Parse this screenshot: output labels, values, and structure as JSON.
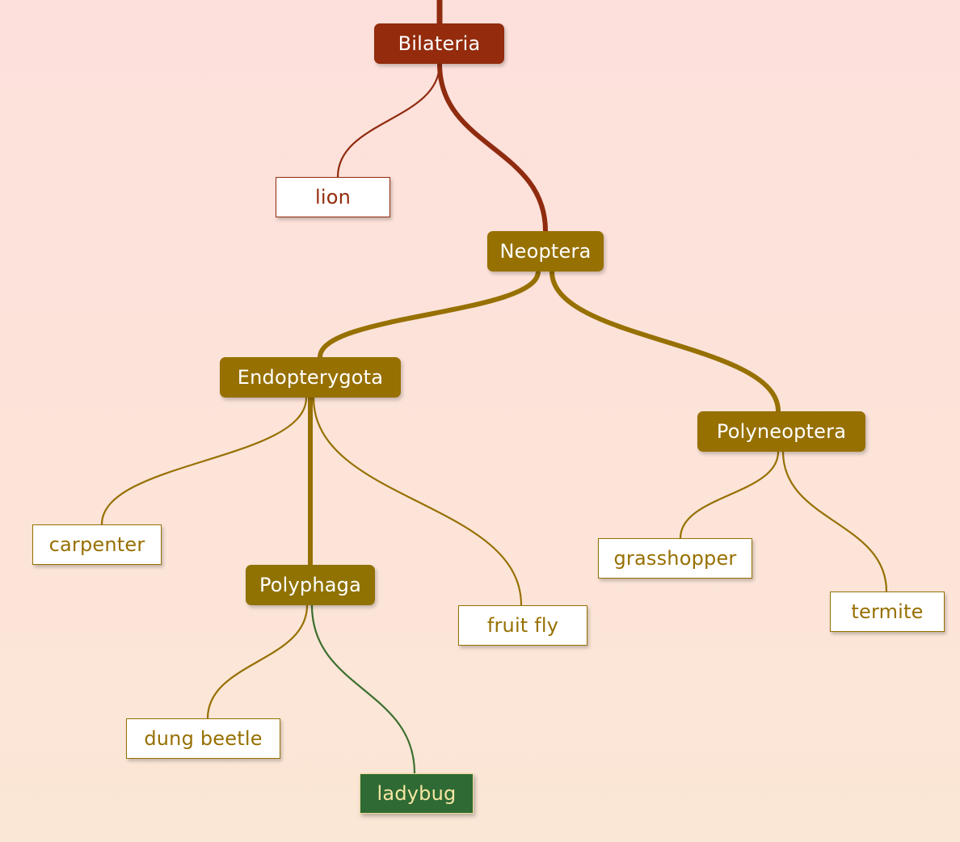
{
  "colors": {
    "background_top": "#fde0dc",
    "background_bottom": "#fbe7d6",
    "root_clade": "#932b0c",
    "clade": "#977002",
    "polyphaga": "#8f7202",
    "root_edge": "#8f2b0f",
    "edge": "#977002",
    "highlight_fill": "#2f6a34",
    "highlight_text": "#f6e6a3",
    "highlight_edge": "#3c6e2f"
  },
  "tree": {
    "root_stem": true,
    "nodes": [
      {
        "id": "bilateria",
        "label": "Bilateria",
        "kind": "clade",
        "color_key": "root_clade"
      },
      {
        "id": "lion",
        "label": "lion",
        "kind": "leaf",
        "color_key": "root_clade"
      },
      {
        "id": "neoptera",
        "label": "Neoptera",
        "kind": "clade",
        "color_key": "clade"
      },
      {
        "id": "endopterygota",
        "label": "Endopterygota",
        "kind": "clade",
        "color_key": "clade"
      },
      {
        "id": "polyneoptera",
        "label": "Polyneoptera",
        "kind": "clade",
        "color_key": "clade"
      },
      {
        "id": "carpenter",
        "label": "carpenter",
        "kind": "leaf",
        "color_key": "clade"
      },
      {
        "id": "polyphaga",
        "label": "Polyphaga",
        "kind": "clade",
        "color_key": "polyphaga"
      },
      {
        "id": "fruit-fly",
        "label": "fruit fly",
        "kind": "leaf",
        "color_key": "clade"
      },
      {
        "id": "grasshopper",
        "label": "grasshopper",
        "kind": "leaf",
        "color_key": "clade"
      },
      {
        "id": "termite",
        "label": "termite",
        "kind": "leaf",
        "color_key": "clade"
      },
      {
        "id": "dung-beetle",
        "label": "dung beetle",
        "kind": "leaf",
        "color_key": "clade"
      },
      {
        "id": "ladybug",
        "label": "ladybug",
        "kind": "leaf",
        "color_key": "highlight_fill",
        "highlighted": true
      }
    ],
    "edges": [
      {
        "from": "bilateria",
        "to": "lion",
        "color_key": "root_edge",
        "weight": "thin"
      },
      {
        "from": "bilateria",
        "to": "neoptera",
        "color_key": "root_edge",
        "weight": "thick"
      },
      {
        "from": "neoptera",
        "to": "endopterygota",
        "color_key": "edge",
        "weight": "thick"
      },
      {
        "from": "neoptera",
        "to": "polyneoptera",
        "color_key": "edge",
        "weight": "thick"
      },
      {
        "from": "endopterygota",
        "to": "carpenter",
        "color_key": "edge",
        "weight": "thin"
      },
      {
        "from": "endopterygota",
        "to": "polyphaga",
        "color_key": "edge",
        "weight": "thick"
      },
      {
        "from": "endopterygota",
        "to": "fruit-fly",
        "color_key": "edge",
        "weight": "thin"
      },
      {
        "from": "polyneoptera",
        "to": "grasshopper",
        "color_key": "edge",
        "weight": "thin"
      },
      {
        "from": "polyneoptera",
        "to": "termite",
        "color_key": "edge",
        "weight": "thin"
      },
      {
        "from": "polyphaga",
        "to": "dung-beetle",
        "color_key": "edge",
        "weight": "thin"
      },
      {
        "from": "polyphaga",
        "to": "ladybug",
        "color_key": "highlight_edge",
        "weight": "thin"
      }
    ]
  }
}
